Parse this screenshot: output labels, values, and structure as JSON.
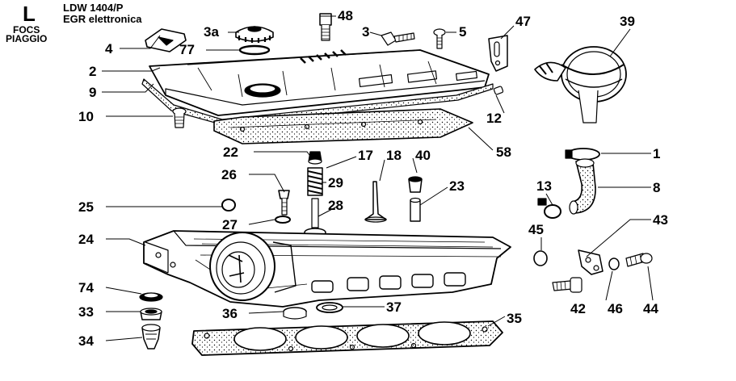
{
  "header": {
    "section_letter": "L",
    "model": "LDW 1404/P",
    "variant": "EGR elettronica",
    "line1": "FOCS",
    "line2": "PIAGGIO"
  },
  "parts": {
    "p1": "1",
    "p2": "2",
    "p3": "3",
    "p3a": "3a",
    "p4": "4",
    "p5": "5",
    "p8": "8",
    "p9": "9",
    "p10": "10",
    "p12": "12",
    "p13": "13",
    "p17": "17",
    "p18": "18",
    "p22": "22",
    "p23": "23",
    "p24": "24",
    "p25": "25",
    "p26": "26",
    "p27": "27",
    "p28": "28",
    "p29": "29",
    "p33": "33",
    "p34": "34",
    "p35": "35",
    "p36": "36",
    "p37": "37",
    "p39": "39",
    "p40": "40",
    "p42": "42",
    "p43": "43",
    "p44": "44",
    "p45": "45",
    "p46": "46",
    "p47": "47",
    "p48": "48",
    "p58": "58",
    "p74": "74",
    "p77": "77"
  }
}
